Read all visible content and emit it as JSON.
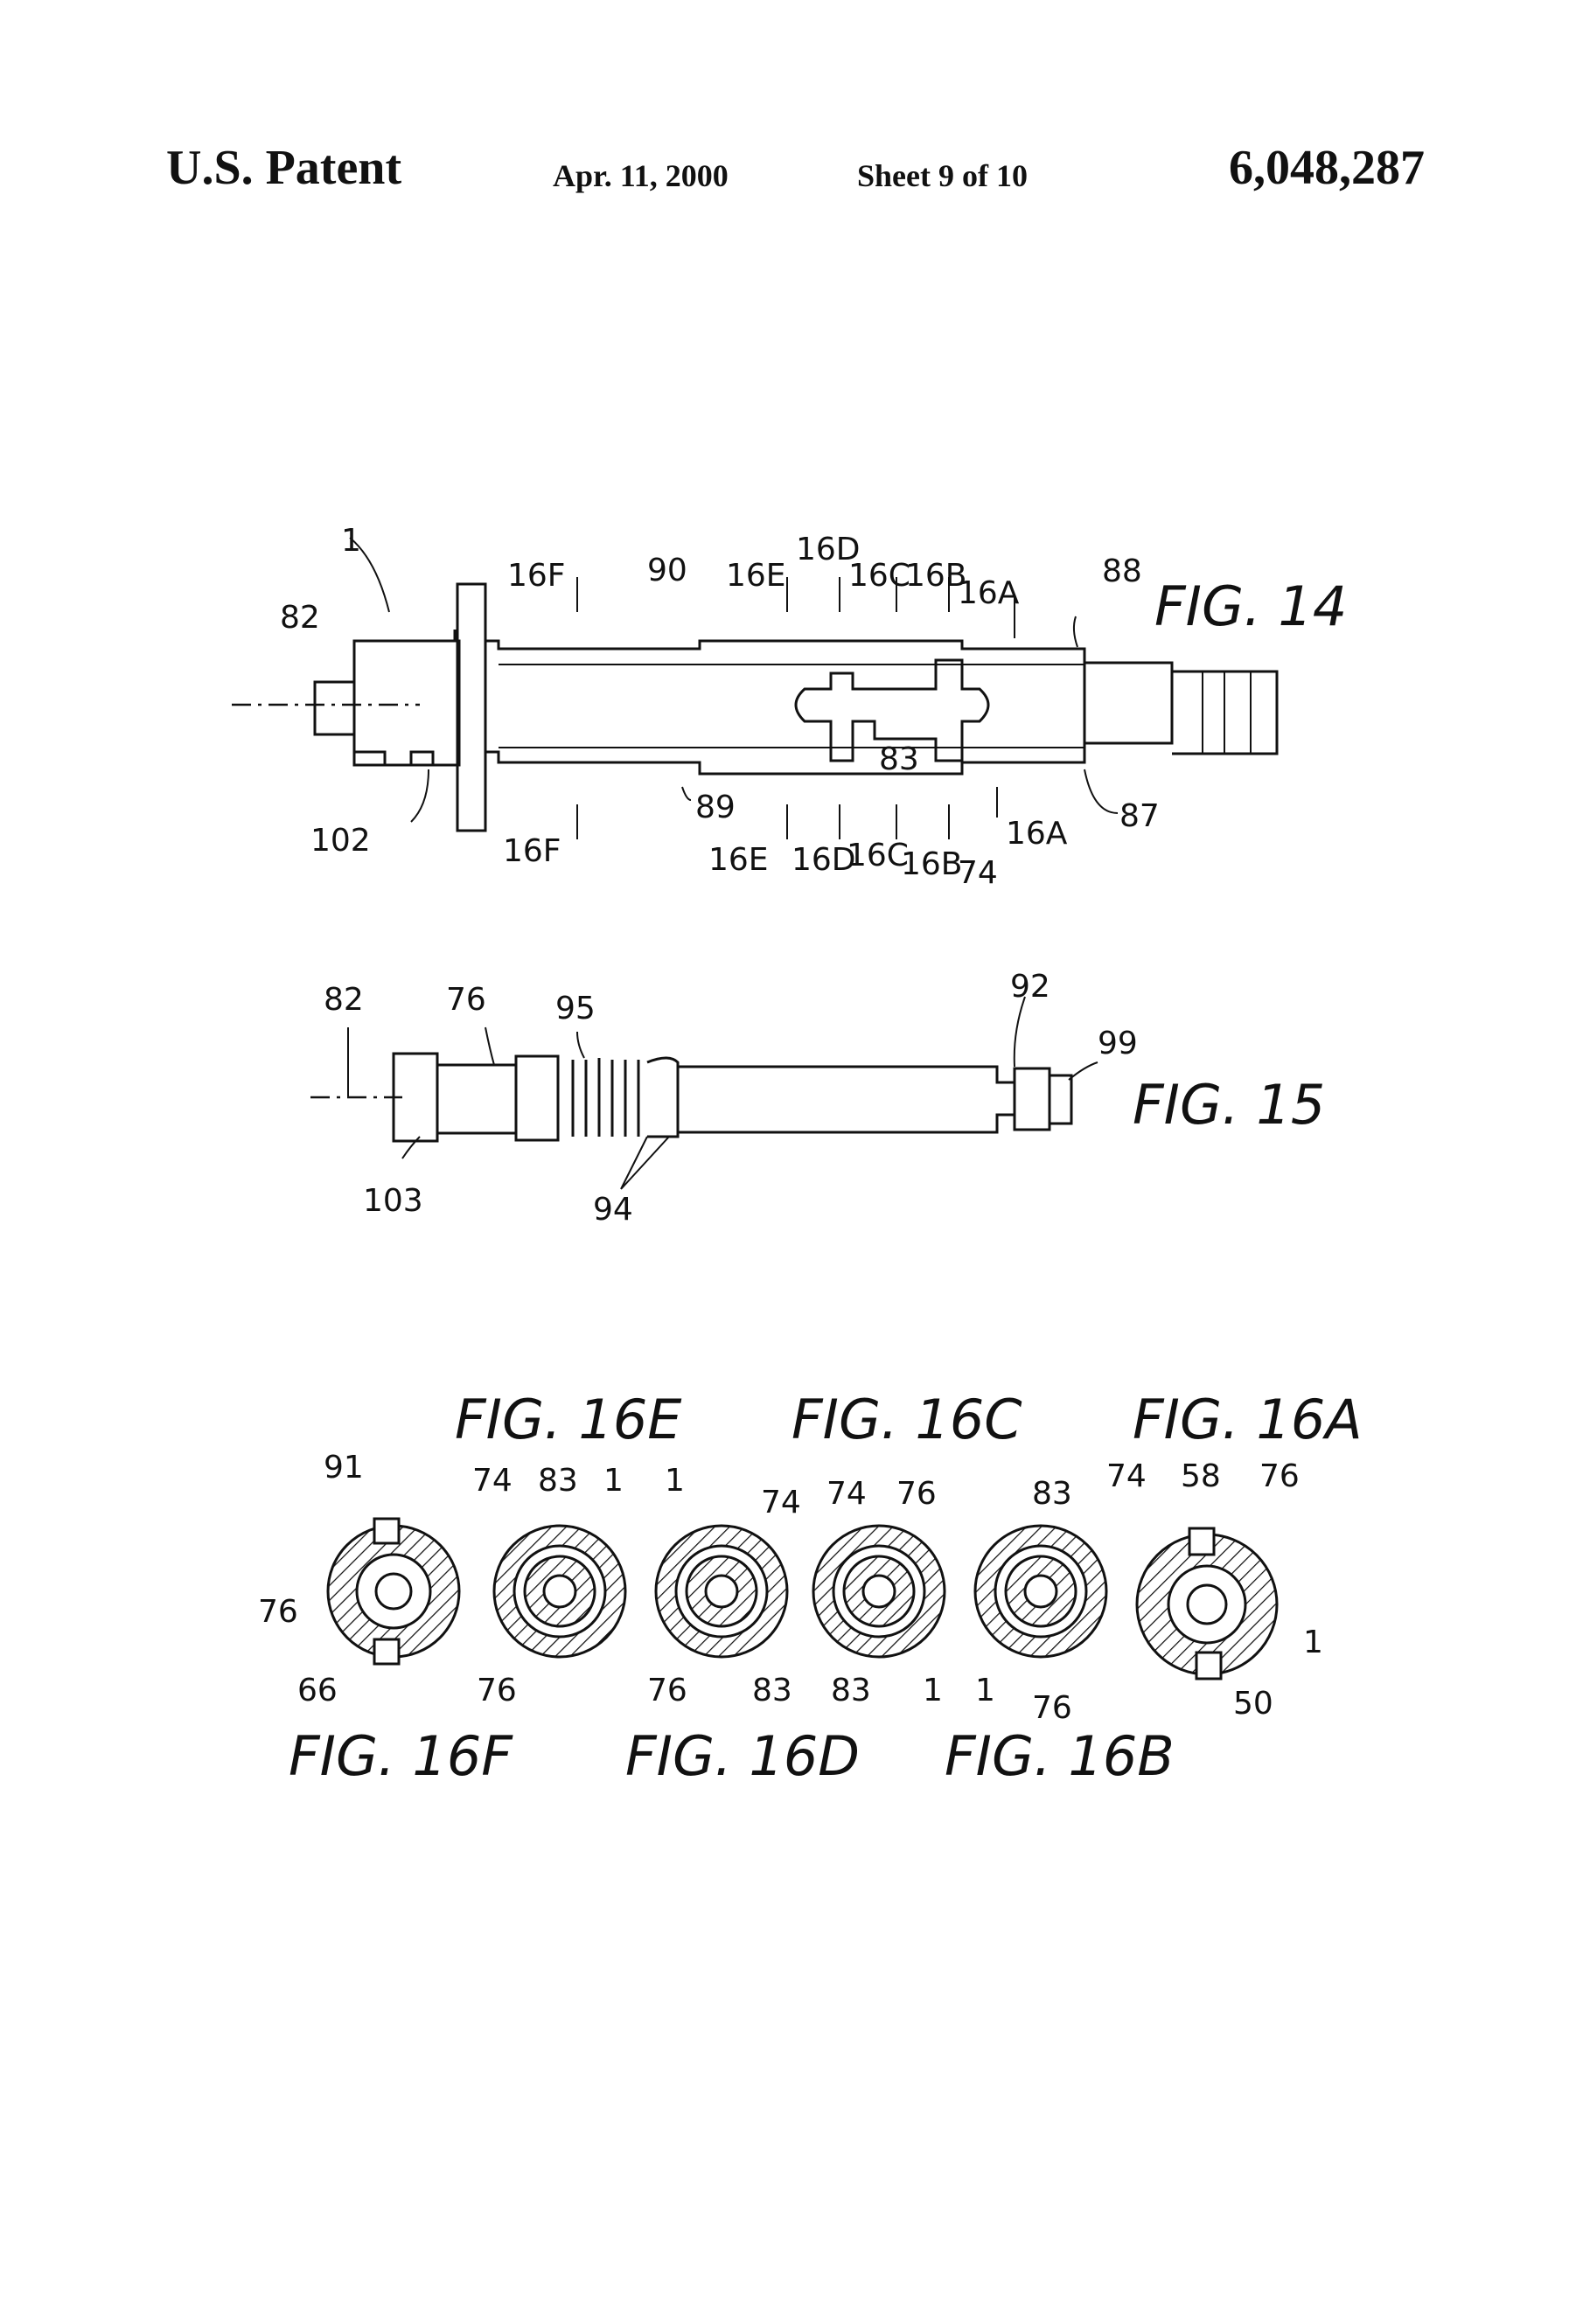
{
  "header": {
    "title": "U.S. Patent",
    "date": "Apr. 11, 2000",
    "sheet": "Sheet 9 of 10",
    "number": "6,048,287"
  },
  "figures": {
    "fig14": {
      "label": "FIG. 14",
      "refs": [
        "1",
        "82",
        "16F",
        "90",
        "16E",
        "16D",
        "16C",
        "16B",
        "16A",
        "88",
        "83",
        "102",
        "16F",
        "89",
        "16E",
        "16D",
        "16C",
        "16B",
        "74",
        "16A",
        "87"
      ]
    },
    "fig15": {
      "label": "FIG. 15",
      "refs": [
        "82",
        "76",
        "95",
        "92",
        "99",
        "103",
        "94"
      ]
    },
    "fig16": {
      "labels_top": [
        "FIG. 16E",
        "FIG. 16C",
        "FIG. 16A"
      ],
      "labels_bottom": [
        "FIG. 16F",
        "FIG. 16D",
        "FIG. 16B"
      ],
      "refs": [
        "91",
        "76",
        "66",
        "74",
        "83",
        "1",
        "76",
        "1",
        "74",
        "76",
        "83",
        "74",
        "76",
        "83",
        "1",
        "83",
        "74",
        "1",
        "76",
        "58",
        "76",
        "1",
        "50"
      ]
    }
  }
}
